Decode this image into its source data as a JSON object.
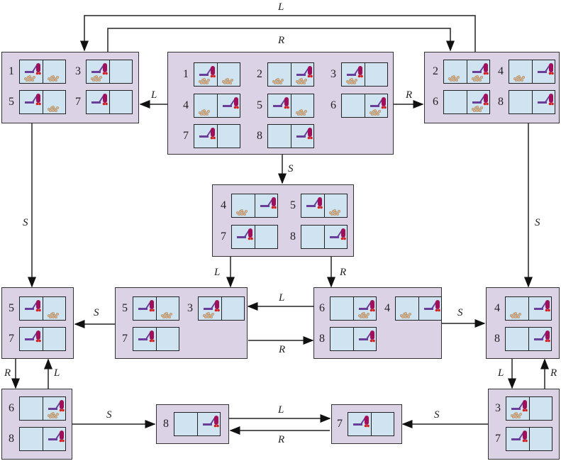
{
  "diagram": {
    "title": "Vacuum world belief-state search (sensorless)",
    "action_labels": {
      "left": "L",
      "right": "R",
      "suck": "S"
    },
    "colors": {
      "state_fill": "#dcd2e6",
      "room_fill": "#cfe4f0",
      "vacuum": "#a0105a",
      "nozzle": "#6a3d9a",
      "dirt": "#e8b08a"
    },
    "belief_states": [
      {
        "id": "initial",
        "worlds": [
          {
            "n": "1",
            "vac": "A",
            "dirt": [
              "A",
              "B"
            ]
          },
          {
            "n": "2",
            "vac": "B",
            "dirt": [
              "A",
              "B"
            ]
          },
          {
            "n": "3",
            "vac": "A",
            "dirt": [
              "A"
            ]
          },
          {
            "n": "4",
            "vac": "B",
            "dirt": [
              "A"
            ]
          },
          {
            "n": "5",
            "vac": "A",
            "dirt": [
              "B"
            ]
          },
          {
            "n": "6",
            "vac": "B",
            "dirt": [
              "B"
            ]
          },
          {
            "n": "7",
            "vac": "A",
            "dirt": []
          },
          {
            "n": "8",
            "vac": "B",
            "dirt": []
          }
        ]
      },
      {
        "id": "left-1357",
        "worlds": [
          {
            "n": "1",
            "vac": "A",
            "dirt": [
              "A",
              "B"
            ]
          },
          {
            "n": "3",
            "vac": "A",
            "dirt": [
              "A"
            ]
          },
          {
            "n": "5",
            "vac": "A",
            "dirt": [
              "B"
            ]
          },
          {
            "n": "7",
            "vac": "A",
            "dirt": []
          }
        ]
      },
      {
        "id": "right-2468",
        "worlds": [
          {
            "n": "2",
            "vac": "B",
            "dirt": [
              "A",
              "B"
            ]
          },
          {
            "n": "4",
            "vac": "B",
            "dirt": [
              "A"
            ]
          },
          {
            "n": "6",
            "vac": "B",
            "dirt": [
              "B"
            ]
          },
          {
            "n": "8",
            "vac": "B",
            "dirt": []
          }
        ]
      },
      {
        "id": "suck-4578",
        "worlds": [
          {
            "n": "4",
            "vac": "B",
            "dirt": [
              "A"
            ]
          },
          {
            "n": "5",
            "vac": "A",
            "dirt": [
              "B"
            ]
          },
          {
            "n": "7",
            "vac": "A",
            "dirt": []
          },
          {
            "n": "8",
            "vac": "B",
            "dirt": []
          }
        ]
      },
      {
        "id": "ls-57",
        "worlds": [
          {
            "n": "5",
            "vac": "A",
            "dirt": [
              "B"
            ]
          },
          {
            "n": "7",
            "vac": "A",
            "dirt": []
          }
        ]
      },
      {
        "id": "mid-357",
        "worlds": [
          {
            "n": "5",
            "vac": "A",
            "dirt": [
              "B"
            ]
          },
          {
            "n": "3",
            "vac": "A",
            "dirt": [
              "A"
            ]
          },
          {
            "n": "7",
            "vac": "A",
            "dirt": []
          }
        ]
      },
      {
        "id": "mid-468",
        "worlds": [
          {
            "n": "6",
            "vac": "B",
            "dirt": [
              "B"
            ]
          },
          {
            "n": "4",
            "vac": "B",
            "dirt": [
              "A"
            ]
          },
          {
            "n": "8",
            "vac": "B",
            "dirt": []
          }
        ]
      },
      {
        "id": "rs-48",
        "worlds": [
          {
            "n": "4",
            "vac": "B",
            "dirt": [
              "A"
            ]
          },
          {
            "n": "8",
            "vac": "B",
            "dirt": []
          }
        ]
      },
      {
        "id": "lr-68",
        "worlds": [
          {
            "n": "6",
            "vac": "B",
            "dirt": [
              "B"
            ]
          },
          {
            "n": "8",
            "vac": "B",
            "dirt": []
          }
        ]
      },
      {
        "id": "goal-8",
        "worlds": [
          {
            "n": "8",
            "vac": "B",
            "dirt": []
          }
        ]
      },
      {
        "id": "goal-7",
        "worlds": [
          {
            "n": "7",
            "vac": "A",
            "dirt": []
          }
        ]
      },
      {
        "id": "rl-37",
        "worlds": [
          {
            "n": "3",
            "vac": "A",
            "dirt": [
              "A"
            ]
          },
          {
            "n": "7",
            "vac": "A",
            "dirt": []
          }
        ]
      }
    ]
  }
}
